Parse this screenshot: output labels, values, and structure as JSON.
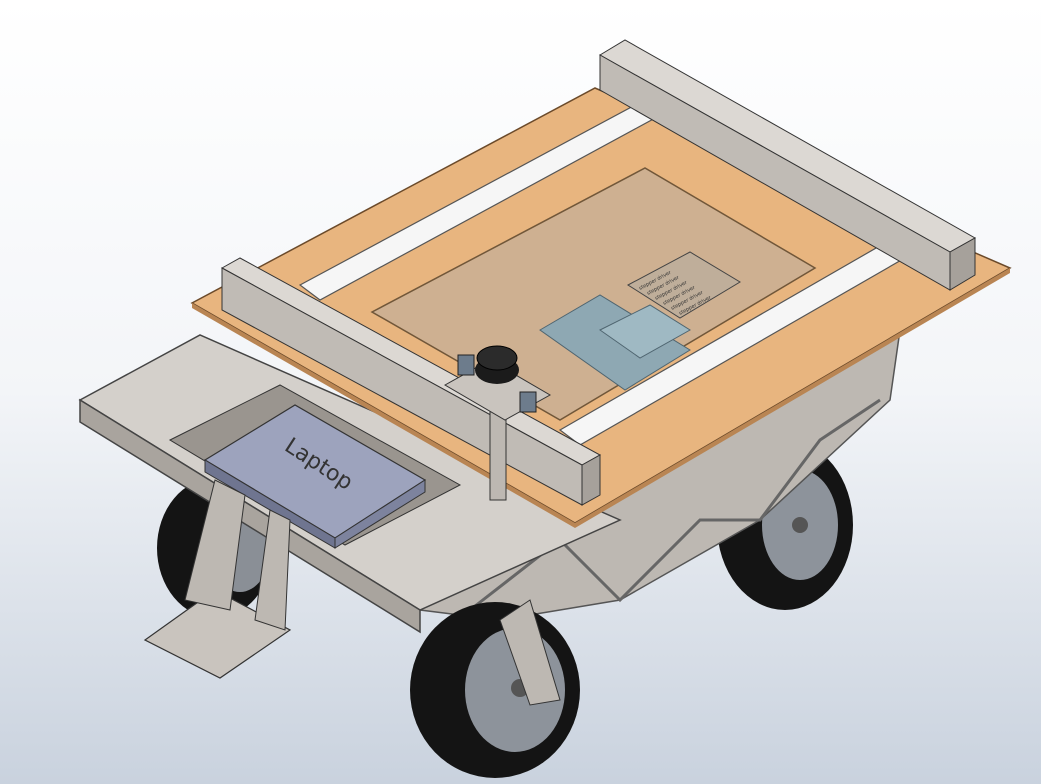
{
  "model": {
    "laptop_label": "Laptop",
    "driver_labels": [
      "stepper driver",
      "stepper driver",
      "stepper driver",
      "stepper driver",
      "stepper driver",
      "stepper driver"
    ]
  },
  "colors": {
    "wood": "#e8b57f",
    "metal": "#c9c5c0",
    "rail": "#f4f4f4",
    "tire": "#151515",
    "laptop": "#9aa0b8",
    "glass": "#caa98a"
  }
}
